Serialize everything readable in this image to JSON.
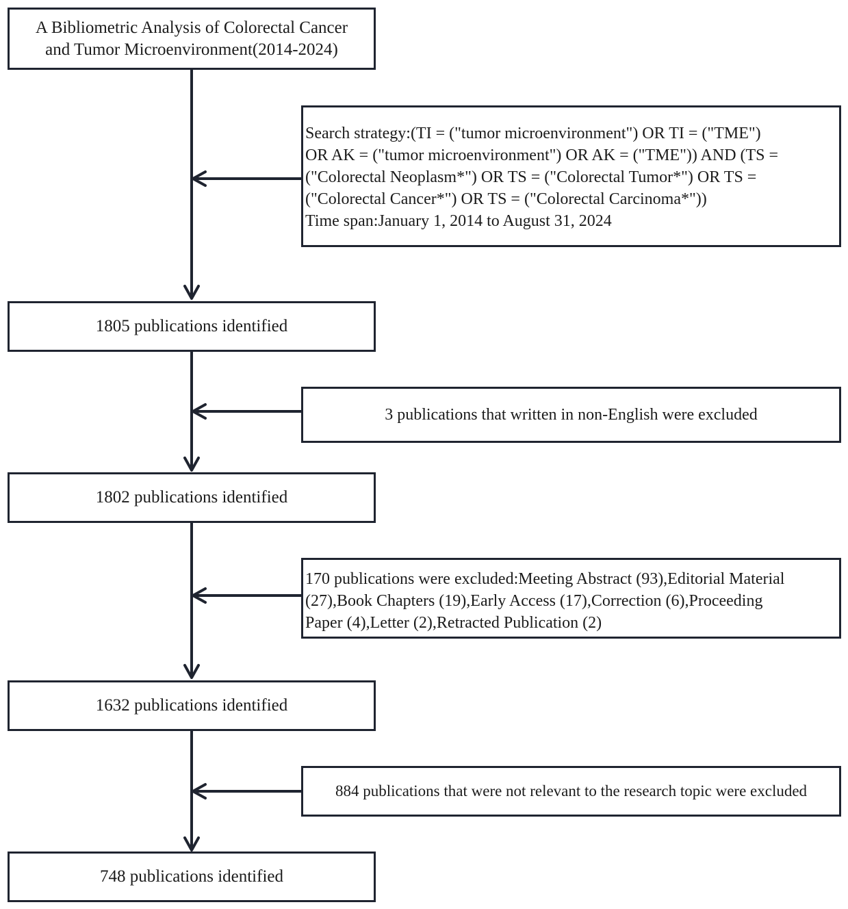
{
  "title_box": {
    "lines": [
      "A Bibliometric Analysis of Colorectal Cancer",
      "and Tumor Microenvironment(2014-2024)"
    ]
  },
  "steps": [
    "1805 publications identified",
    "1802 publications identified",
    "1632 publications identified",
    "748 publications identified"
  ],
  "exclusions": {
    "search_strategy": [
      "Search strategy:(TI = (\"tumor microenvironment\") OR TI = (\"TME\")",
      "OR AK = (\"tumor microenvironment\") OR AK = (\"TME\")) AND (TS =",
      "(\"Colorectal Neoplasm*\") OR TS = (\"Colorectal Tumor*\") OR TS =",
      "(\"Colorectal Cancer*\") OR TS = (\"Colorectal Carcinoma*\"))",
      "Time span:January 1, 2014 to August 31, 2024"
    ],
    "language": "3 publications that written in non-English were excluded",
    "doc_types": [
      "170 publications were excluded:Meeting Abstract (93),Editorial Material",
      "(27),Book Chapters (19),Early Access (17),Correction (6),Proceeding",
      "Paper (4),Letter (2),Retracted Publication (2)"
    ],
    "relevance": "884 publications that were not relevant to the research topic were excluded"
  },
  "colors": {
    "stroke": "#1f2430",
    "text": "#1b1b1b",
    "background": "#ffffff"
  }
}
